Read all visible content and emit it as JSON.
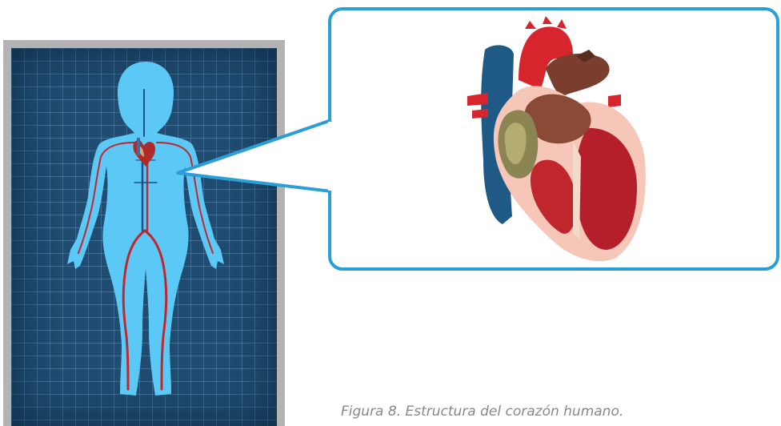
{
  "figure": {
    "caption": "Figura 8. Estructura del corazón humano.",
    "colors": {
      "grid_background": "#1f4c70",
      "body_silhouette": "#5cc8f5",
      "vessels": "#c0272d",
      "callout_border": "#2a9ed6"
    },
    "icons": [
      "human-body-silhouette",
      "heart-cross-section"
    ]
  }
}
